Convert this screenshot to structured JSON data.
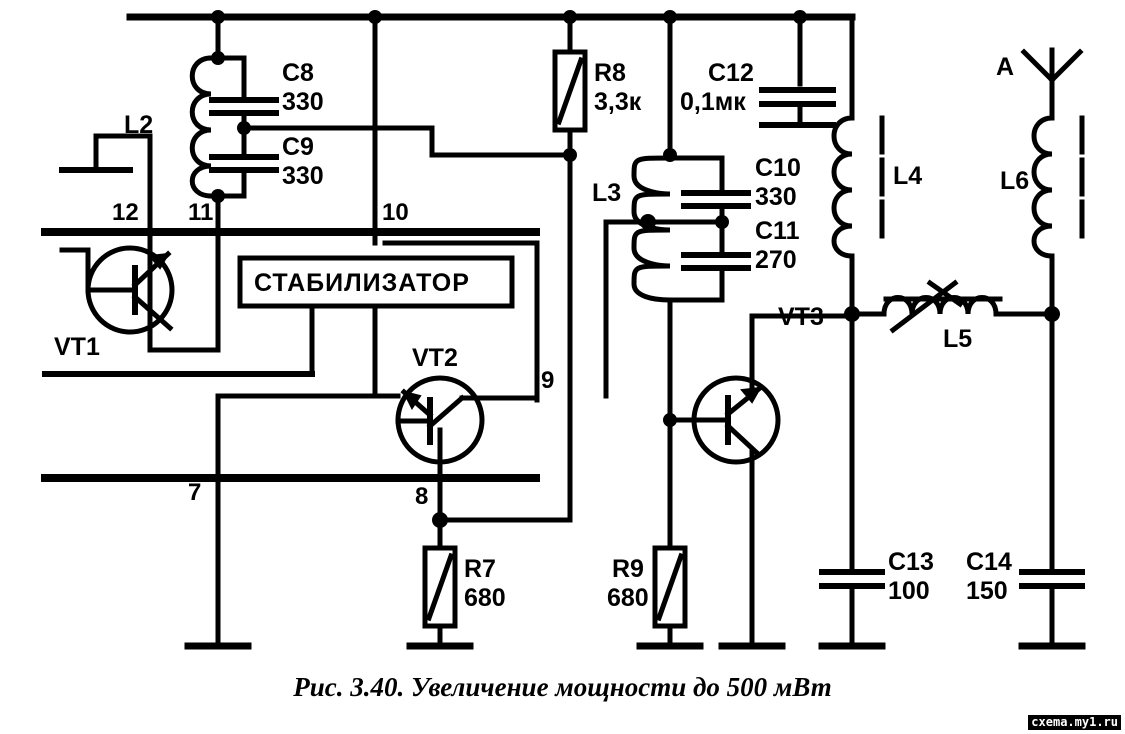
{
  "figure": {
    "caption_prefix": "Рис. 3.40.",
    "caption_text": " Увеличение мощности до 500 мВт",
    "watermark": "cxema.my1.ru"
  },
  "block": {
    "stabilizer_label": "СТАБИЛИЗАТОР"
  },
  "antenna": {
    "label": "A"
  },
  "components": {
    "inductors": [
      {
        "ref": "L2",
        "value": ""
      },
      {
        "ref": "L3",
        "value": ""
      },
      {
        "ref": "L4",
        "value": ""
      },
      {
        "ref": "L5",
        "value": ""
      },
      {
        "ref": "L6",
        "value": ""
      }
    ],
    "capacitors": [
      {
        "ref": "C8",
        "value": "330"
      },
      {
        "ref": "C9",
        "value": "330"
      },
      {
        "ref": "C10",
        "value": "330"
      },
      {
        "ref": "C11",
        "value": "270"
      },
      {
        "ref": "C12",
        "value": "0,1мк"
      },
      {
        "ref": "C13",
        "value": "100"
      },
      {
        "ref": "C14",
        "value": "150"
      }
    ],
    "resistors": [
      {
        "ref": "R7",
        "value": "680"
      },
      {
        "ref": "R8",
        "value": "3,3к"
      },
      {
        "ref": "R9",
        "value": "680"
      }
    ],
    "transistors": [
      {
        "ref": "VT1"
      },
      {
        "ref": "VT2"
      },
      {
        "ref": "VT3"
      }
    ]
  },
  "pins": [
    {
      "label": "7"
    },
    {
      "label": "8"
    },
    {
      "label": "9"
    },
    {
      "label": "10"
    },
    {
      "label": "11"
    },
    {
      "label": "12"
    }
  ],
  "colors": {
    "line": "#000000",
    "background": "#ffffff"
  }
}
